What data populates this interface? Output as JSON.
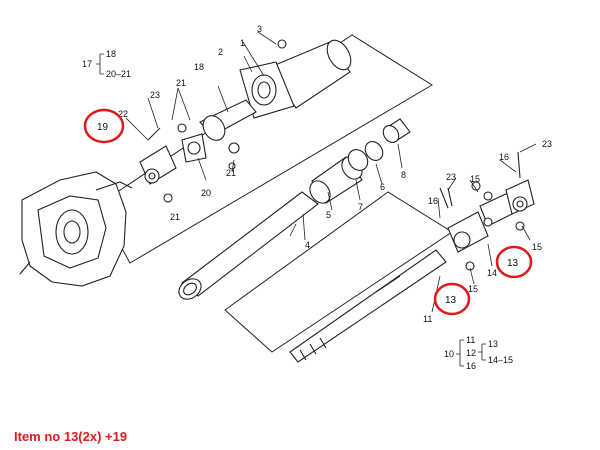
{
  "diagram": {
    "parts": [
      {
        "id": "p1",
        "label": "1"
      },
      {
        "id": "p2",
        "label": "2"
      },
      {
        "id": "p3",
        "label": "3"
      },
      {
        "id": "p4",
        "label": "4"
      },
      {
        "id": "p5",
        "label": "5"
      },
      {
        "id": "p6",
        "label": "6"
      },
      {
        "id": "p7",
        "label": "7"
      },
      {
        "id": "p8",
        "label": "8"
      },
      {
        "id": "p11",
        "label": "11"
      },
      {
        "id": "p14",
        "label": "14"
      },
      {
        "id": "p16",
        "label": "16"
      },
      {
        "id": "p18",
        "label": "18"
      },
      {
        "id": "p20",
        "label": "20"
      },
      {
        "id": "p21",
        "label": "21"
      },
      {
        "id": "p22",
        "label": "22"
      },
      {
        "id": "p23",
        "label": "23"
      }
    ],
    "callouts": [
      {
        "label": "19"
      },
      {
        "label": "13"
      },
      {
        "label": "13"
      }
    ],
    "groups": {
      "g17": {
        "head": "17",
        "items": [
          "18",
          "20–21"
        ]
      },
      "g10": {
        "head": "10",
        "sub_head": "12",
        "items": [
          "11",
          "16"
        ],
        "nested": [
          "13",
          "14–15"
        ]
      }
    },
    "highlight_color": "#e0191c"
  },
  "caption": "Item no 13(2x) +19"
}
